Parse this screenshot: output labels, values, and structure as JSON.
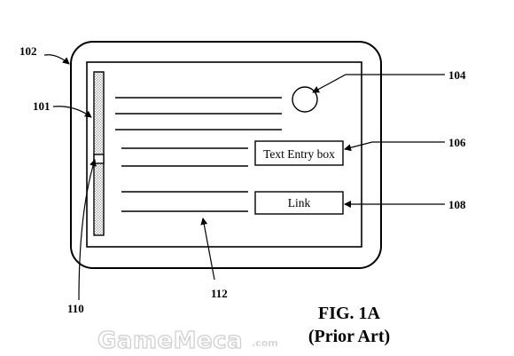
{
  "labels": {
    "device": "102",
    "scrollbar": "101",
    "image": "104",
    "text_entry": "106",
    "link": "108",
    "scroll_thumb": "110",
    "text_lines": "112"
  },
  "screen": {
    "text_entry_box": "Text Entry box",
    "link_box": "Link"
  },
  "caption": {
    "title": "FIG. 1A",
    "subtitle": "(Prior Art)"
  },
  "watermark": {
    "brand": "GameMeca",
    "suffix": ".com"
  },
  "colors": {
    "ink": "#000000",
    "paper": "#ffffff",
    "watermark": "#c8c8c8"
  }
}
